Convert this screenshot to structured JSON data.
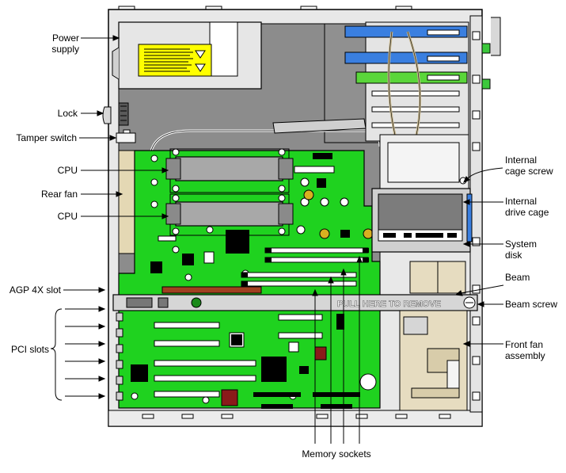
{
  "labels": {
    "power_supply": "Power\nsupply",
    "lock": "Lock",
    "tamper_switch": "Tamper switch",
    "cpu_top": "CPU",
    "rear_fan": "Rear fan",
    "cpu_bottom": "CPU",
    "agp_slot": "AGP 4X slot",
    "pci_slots": "PCI slots",
    "internal_cage_screw": "Internal\ncage screw",
    "internal_drive_cage": "Internal\ndrive cage",
    "system_disk": "System\ndisk",
    "beam": "Beam",
    "beam_screw": "Beam screw",
    "front_fan_assembly": "Front fan\nassembly",
    "memory_sockets": "Memory sockets"
  },
  "beam_text": "PULL HERE TO REMOVE",
  "colors": {
    "board": "#1fd21f",
    "chassis": "#e8e8e8",
    "interior": "#8c8c8c",
    "psu_label": "#ffff00",
    "drive_blue": "#3a7fe0",
    "drive_green": "#5ad63a",
    "cage_tan": "#e6dcc0"
  }
}
